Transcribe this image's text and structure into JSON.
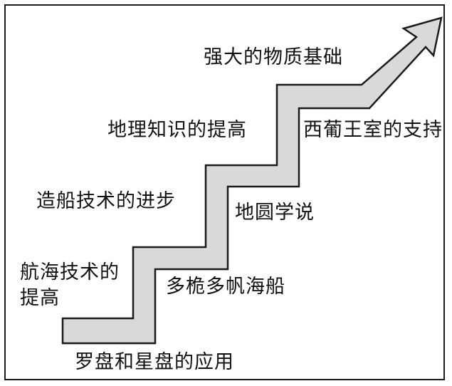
{
  "diagram": {
    "colors": {
      "stair_fill": "#d9d9d9",
      "stroke": "#1a1a1a",
      "text": "#111111"
    },
    "labels": {
      "top_goal": "强大的物质基础",
      "geo_knowledge": "地理知识的提高",
      "royal_support": "西葡王室的支持",
      "shipbuilding": "造船技术的进步",
      "round_earth": "地圆学说",
      "navigation": "航海技术的\n提高",
      "multi_mast": "多桅多帆海船",
      "compass": "罗盘和星盘的应用"
    }
  }
}
